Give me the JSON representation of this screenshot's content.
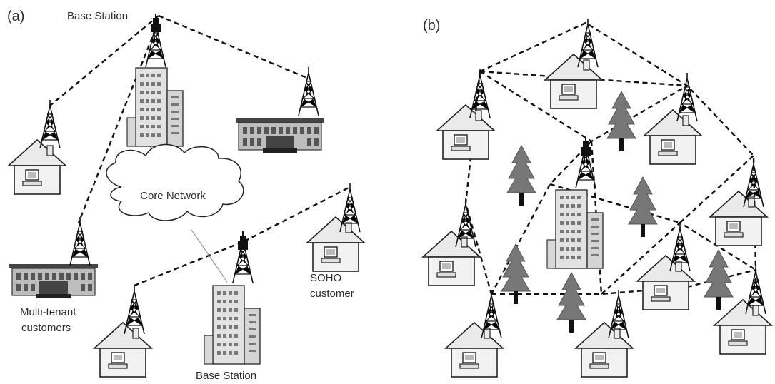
{
  "panel_a": {
    "label": "(a)",
    "base_station_top": "Base Station",
    "base_station_bottom": "Base Station",
    "core_network": "Core Network",
    "multi_tenant_line1": "Multi-tenant",
    "multi_tenant_line2": "customers",
    "soho_line1": "SOHO",
    "soho_line2": "customer"
  },
  "panel_b": {
    "label": "(b)"
  }
}
